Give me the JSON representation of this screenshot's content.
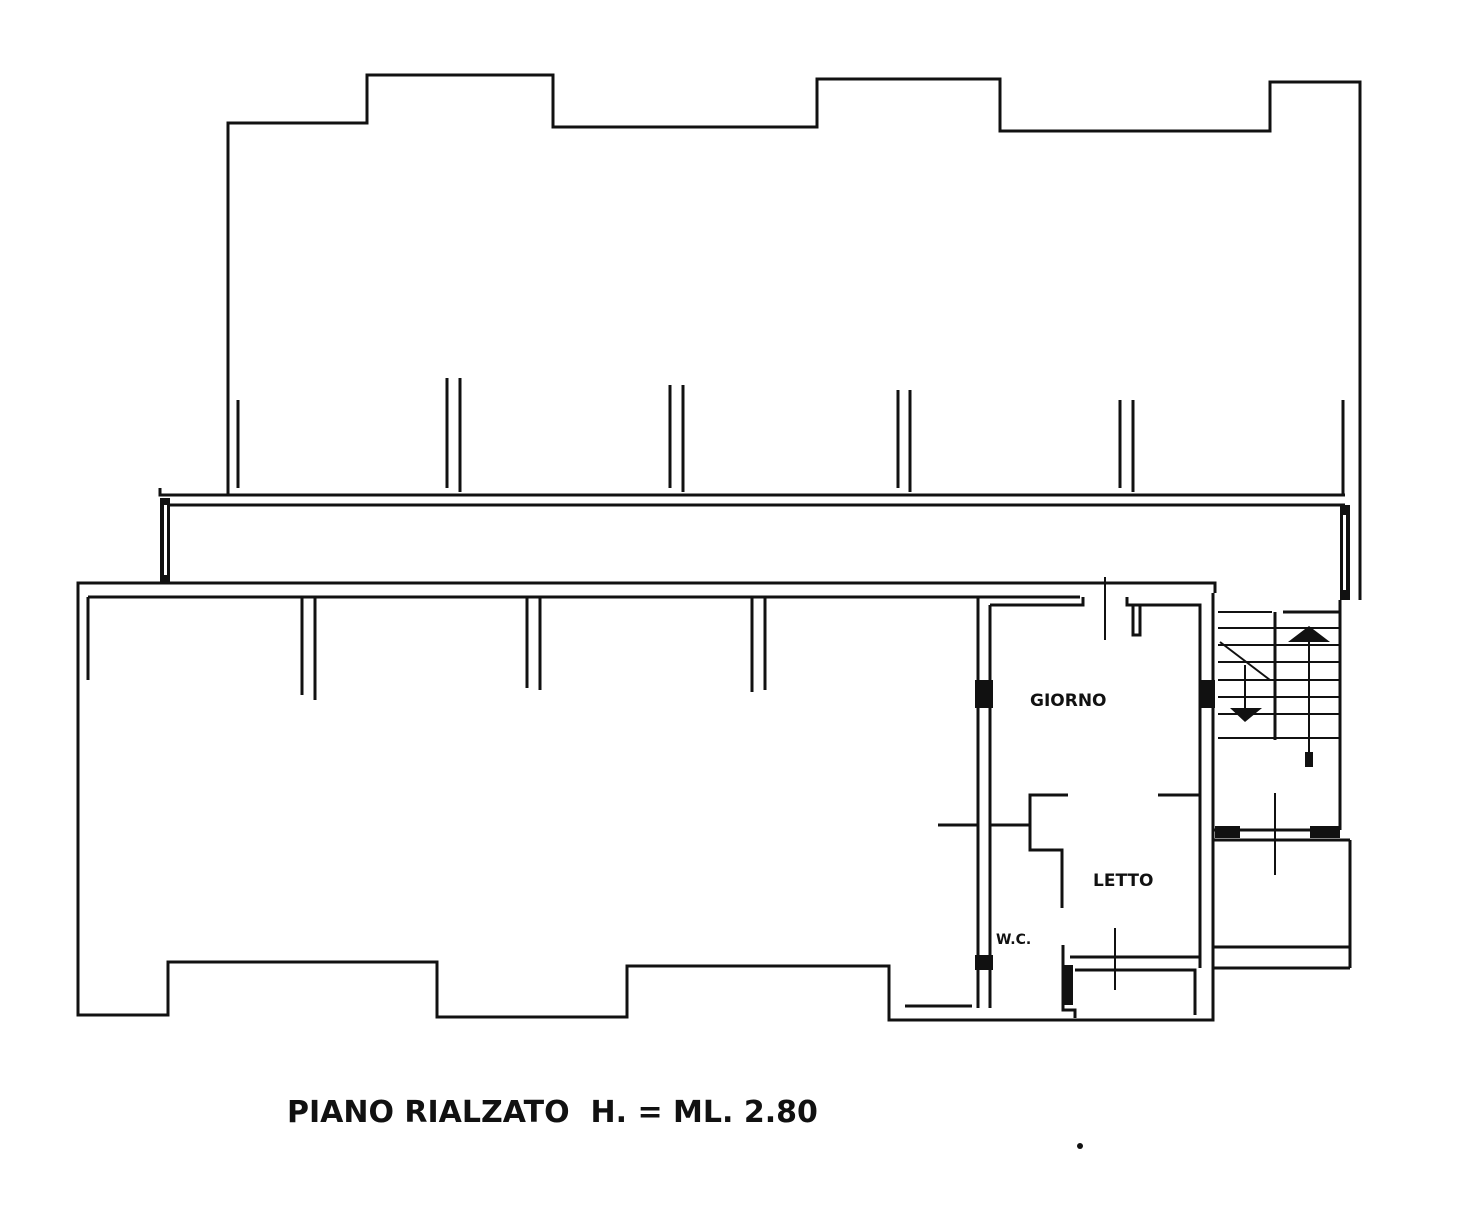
{
  "plan": {
    "rooms": {
      "living": "GIORNO",
      "bedroom": "LETTO",
      "bathroom": "W.C."
    },
    "caption": "PIANO RIALZATO  H. = ML. 2.80"
  },
  "colors": {
    "ink": "#111111",
    "paper": "#ffffff"
  }
}
